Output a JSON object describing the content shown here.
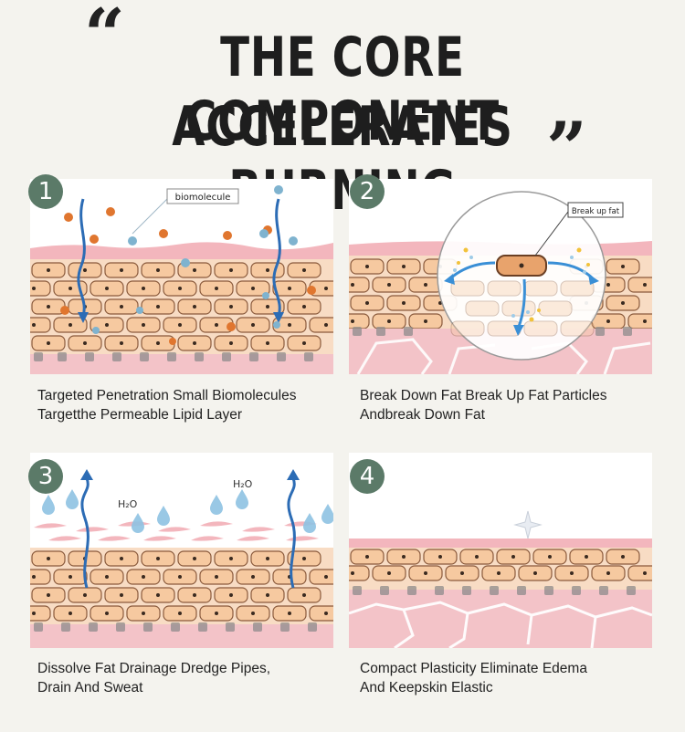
{
  "header": {
    "open_quote": "“",
    "title_line1": "THE CORE COMPONENT",
    "title_line2": "ACCELERATES BURNING",
    "close_quote": "”"
  },
  "steps": [
    {
      "number": "1",
      "label": "biomolecule",
      "caption_line1": "Targeted Penetration Small Biomolecules",
      "caption_line2": "Targetthe Permeable Lipid Layer"
    },
    {
      "number": "2",
      "label": "Break up fat",
      "caption_line1": "Break Down Fat Break Up Fat Particles",
      "caption_line2": "Andbreak Down Fat"
    },
    {
      "number": "3",
      "label_a": "H₂O",
      "label_b": "H₂O",
      "caption_line1": "Dissolve Fat Drainage Dredge Pipes,",
      "caption_line2": "Drain And Sweat"
    },
    {
      "number": "4",
      "caption_line1": "Compact Plasticity Eliminate Edema",
      "caption_line2": "And Keepskin Elastic"
    }
  ],
  "colors": {
    "badge": "#5b7a68",
    "fat_cell": "#f6c9a0",
    "skin_pink": "#f3b6bd",
    "arrow_blue": "#2c6cb5",
    "orange_dot": "#e0762f",
    "blue_dot": "#7fb3cf"
  }
}
